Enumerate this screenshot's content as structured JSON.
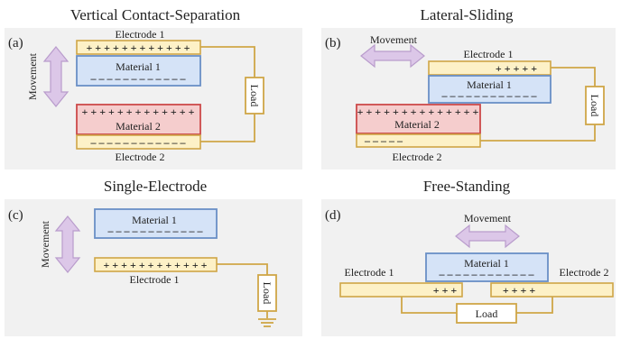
{
  "panels": {
    "a": {
      "title": "Vertical Contact-Separation",
      "tag": "(a)",
      "movement": "Movement",
      "electrode_top": "Electrode 1",
      "material_top": "Material 1",
      "material_bottom": "Material 2",
      "electrode_bottom": "Electrode 2",
      "load": "Load"
    },
    "b": {
      "title": "Lateral-Sliding",
      "tag": "(b)",
      "movement": "Movement",
      "electrode_top": "Electrode 1",
      "material_top": "Material 1",
      "material_bottom": "Material 2",
      "electrode_bottom": "Electrode 2",
      "load": "Load"
    },
    "c": {
      "title": "Single-Electrode",
      "tag": "(c)",
      "movement": "Movement",
      "material": "Material 1",
      "electrode": "Electrode 1",
      "load": "Load"
    },
    "d": {
      "title": "Free-Standing",
      "tag": "(d)",
      "movement": "Movement",
      "material": "Material 1",
      "electrode_left": "Electrode 1",
      "electrode_right": "Electrode 2",
      "load": "Load"
    }
  },
  "charges": {
    "a_electrode_top": "+ + + + + + + + + + + +",
    "a_material_top": "– – – – – – – – – – – –",
    "a_material_bottom": "+ + + + + + + + + + + + +",
    "a_electrode_bottom": "– – – – – – – – – – – –",
    "b_electrode_top": "+ + + + +",
    "b_material_top": "– – – – – – – – – – – –",
    "b_material_bottom": "+ + + + + + + + + + + + + +",
    "b_electrode_bottom": "– – – – –",
    "c_material": "– – – – – – – – – – – –",
    "c_electrode": "+ + + + + + + + + + + +",
    "d_material": "– – – – – – – – – – – –",
    "d_left": "+ + +",
    "d_right": "+ + + +"
  },
  "colors": {
    "electrode_fill": "#fdf1c7",
    "electrode_stroke": "#cfa647",
    "material1_fill": "#d5e3f7",
    "material1_stroke": "#6a8fc6",
    "material2_fill": "#f5cdcd",
    "material2_stroke": "#cc4a4a",
    "arrow": "#dcc7e8",
    "panel_background": "#f1f1f1"
  }
}
